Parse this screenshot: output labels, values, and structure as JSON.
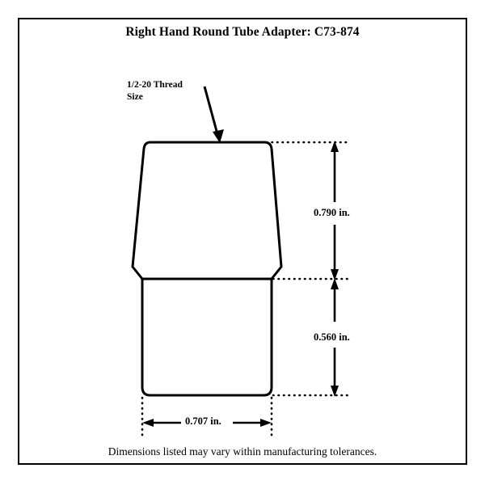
{
  "document": {
    "title": "Right Hand Round Tube Adapter: C73-874",
    "footer_note": "Dimensions listed may vary within manufacturing tolerances.",
    "background_color": "#ffffff",
    "line_color": "#000000",
    "border": {
      "present": true,
      "color": "#000000"
    }
  },
  "annotations": {
    "thread_note_line1": "1/2-20 Thread",
    "thread_note_line2": "Size",
    "thread_note_full": "1/2-20 Thread Size",
    "leader_arrow": "points down-right to top face of adapter"
  },
  "dimensions": {
    "tapered_height": {
      "value": "0.790 in.",
      "orientation": "vertical",
      "region": "tapered hex/round thread body"
    },
    "tube_height": {
      "value": "0.560 in.",
      "orientation": "vertical",
      "region": "straight tube section"
    },
    "tube_diameter": {
      "value": "0.707 in.",
      "orientation": "horizontal",
      "region": "tube outside diameter"
    }
  },
  "chart_data": {
    "type": "diagram",
    "title": "Right Hand Round Tube Adapter: C73-874",
    "part_number": "C73-874",
    "thread_size": "1/2-20",
    "hand": "Right Hand",
    "measurements": [
      {
        "label": "0.790 in.",
        "axis": "vertical",
        "feature": "adapter taper length"
      },
      {
        "label": "0.560 in.",
        "axis": "vertical",
        "feature": "tube insert length"
      },
      {
        "label": "0.707 in.",
        "axis": "horizontal",
        "feature": "tube outside diameter"
      }
    ],
    "note": "Dimensions listed may vary within manufacturing tolerances."
  }
}
